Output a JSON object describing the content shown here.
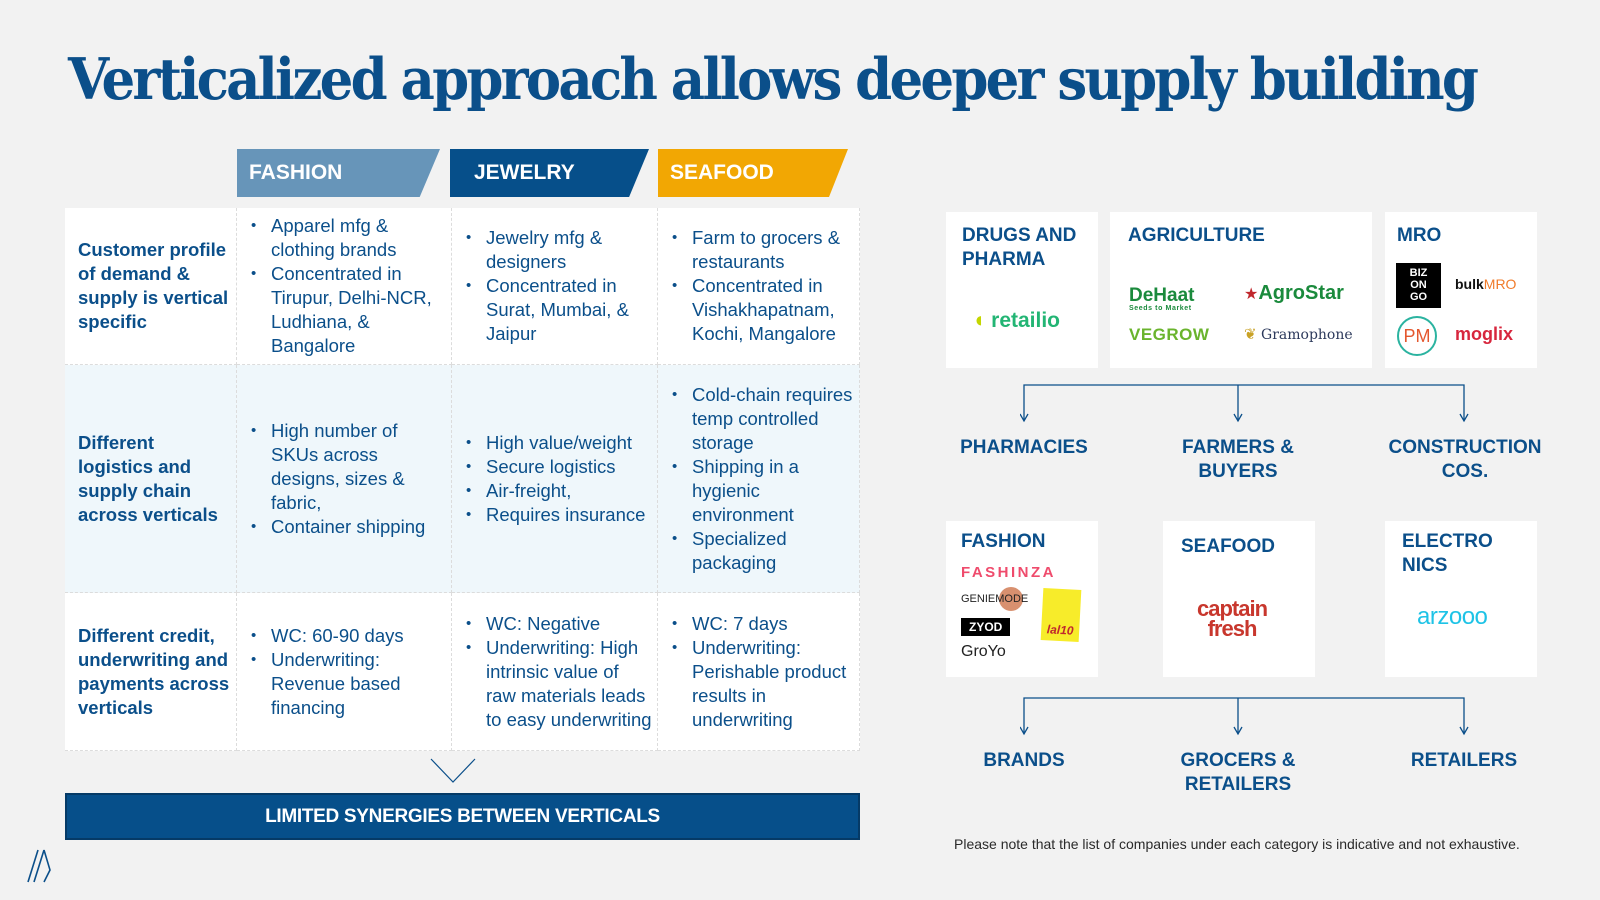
{
  "title": "Verticalized approach allows deeper supply building",
  "columns": [
    {
      "label": "FASHION",
      "color": "#6795b9"
    },
    {
      "label": "JEWELRY",
      "color": "#064f8a"
    },
    {
      "label": "SEAFOOD",
      "color": "#f2a703"
    }
  ],
  "rows": [
    {
      "header": "Customer profile of demand & supply is vertical specific",
      "fashion": [
        "Apparel mfg & clothing brands",
        "Concentrated in Tirupur, Delhi-NCR, Ludhiana, & Bangalore"
      ],
      "jewelry": [
        "Jewelry mfg & designers",
        "Concentrated in Surat, Mumbai, & Jaipur"
      ],
      "seafood": [
        "Farm to grocers & restaurants",
        "Concentrated in Vishakhapatnam, Kochi, Mangalore"
      ]
    },
    {
      "header": "Different logistics and supply chain across verticals",
      "fashion": [
        "High number of SKUs across designs, sizes & fabric,",
        "Container shipping"
      ],
      "jewelry": [
        "High value/weight",
        "Secure logistics",
        "Air-freight,",
        "Requires insurance"
      ],
      "seafood": [
        "Cold-chain requires temp controlled storage",
        "Shipping in a hygienic environment",
        "Specialized packaging"
      ]
    },
    {
      "header": "Different credit, underwriting and payments across verticals",
      "fashion": [
        "WC: 60-90 days",
        "Underwriting: Revenue based financing"
      ],
      "jewelry": [
        "WC: Negative",
        "Underwriting: High intrinsic value of raw materials leads to easy underwriting"
      ],
      "seafood": [
        "WC: 7 days",
        "Underwriting: Perishable product results in underwriting"
      ]
    }
  ],
  "synergy_banner": "LIMITED SYNERGIES BETWEEN VERTICALS",
  "top_cards": [
    {
      "title": "DRUGS AND PHARMA",
      "logos": [
        "retailio"
      ]
    },
    {
      "title": "AGRICULTURE",
      "logos": [
        "DeHaat",
        "AgroStar",
        "VEGROW",
        "Gramophone"
      ],
      "sublabels": {
        "DeHaat": "Seeds to Market"
      }
    },
    {
      "title": "MRO",
      "logos": [
        "BIZONGO",
        "bulkMRO",
        "PM",
        "moglix"
      ]
    }
  ],
  "top_outcomes": [
    "PHARMACIES",
    "FARMERS & BUYERS",
    "CONSTRUCTION COS."
  ],
  "bottom_cards": [
    {
      "title": "FASHION",
      "logos": [
        "FASHINZA",
        "GENIEMODE",
        "ZYOD",
        "Lal10",
        "GroYo"
      ]
    },
    {
      "title": "SEAFOOD",
      "logos": [
        "captain fresh"
      ]
    },
    {
      "title": "ELECTRO NICS",
      "logos": [
        "arzooo"
      ]
    }
  ],
  "bottom_outcomes": [
    "BRANDS",
    "GROCERS & RETAILERS",
    "RETAILERS"
  ],
  "note": "Please note that the list of companies under each category is indicative and not exhaustive.",
  "logo_text": {
    "retailio": "retailio",
    "dehaat": "DeHaat",
    "dehaat_sub": "Seeds to Market",
    "agrostar": "AgroStar",
    "vegrow": "VEGROW",
    "gramophone": "Gramophone",
    "bizongo": [
      "BIZ",
      "ON",
      "GO"
    ],
    "bulk": "bulk",
    "mro": "MRO",
    "pm": "PM",
    "moglix": "moglix",
    "fashinza": "FASHINZA",
    "geniemode": "GENIEMODE",
    "zyod": "ZYOD",
    "lal10": "lal10",
    "groyo": "GroYo",
    "captain": "captain",
    "fresh": "fresh",
    "arzooo": "arzooo"
  },
  "colors": {
    "primary": "#0b4f8a",
    "background": "#f2f2f2",
    "fashion": "#6795b9",
    "jewelry": "#064f8a",
    "seafood": "#f2a703"
  }
}
